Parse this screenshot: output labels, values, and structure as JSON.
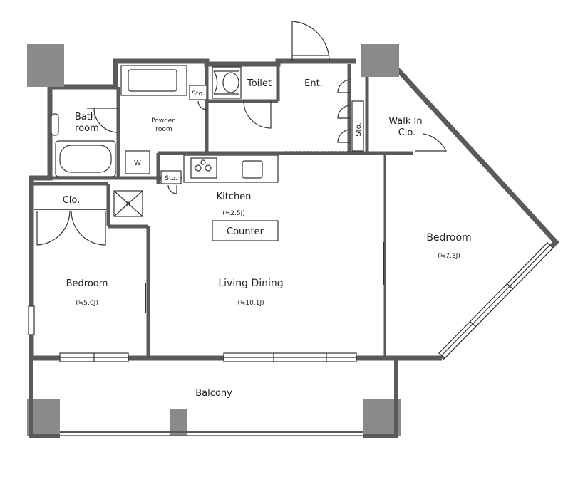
{
  "colors": {
    "wall": "#5a5a5a",
    "column": "#8a8a8a",
    "line": "#333333",
    "background": "#ffffff"
  },
  "rooms": {
    "bathroom": "Bath\nroom",
    "powder_room": "Powder\nroom",
    "washer": "W",
    "sto_powder": "Sto.",
    "toilet": "Toilet",
    "entrance": "Ent.",
    "sto_entrance": "Sto.",
    "walk_in": "Walk In\nClo.",
    "kitchen": "Kitchen",
    "kitchen_size": "(≒2.5J)",
    "sto_kitchen": "Sto.",
    "refrigerator": "R",
    "counter": "Counter",
    "closet": "Clo.",
    "bedroom_left": "Bedroom",
    "bedroom_left_size": "(≒5.0J)",
    "living": "Living Dining",
    "living_size": "(≒10.1J)",
    "bedroom_right": "Bedroom",
    "bedroom_right_size": "(≒7.3J)",
    "balcony": "Balcony"
  }
}
